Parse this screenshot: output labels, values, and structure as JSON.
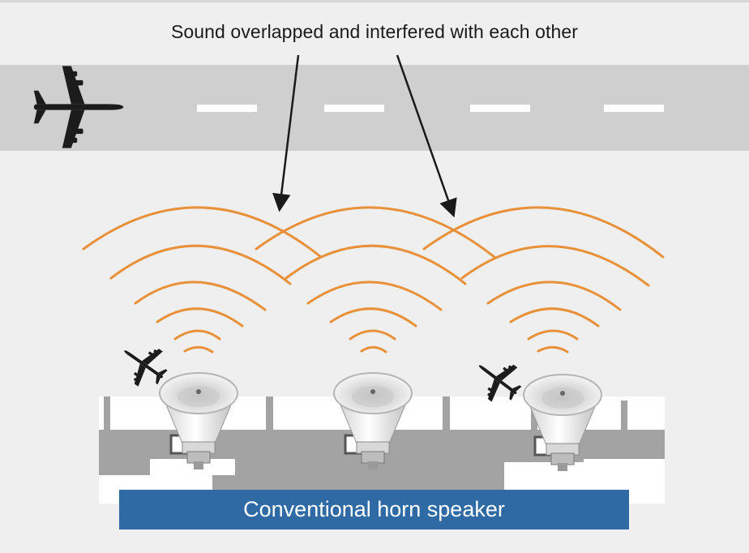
{
  "caption": "Sound overlapped and interfered with each other",
  "label": "Conventional horn speaker",
  "colors": {
    "background": "#efefef",
    "runway": "#cfcfcf",
    "runway_marking": "#ffffff",
    "terminal": "#a3a3a3",
    "sound_wave": "#e8913a",
    "label_box": "#2f6aa5",
    "label_text": "#ffffff",
    "aircraft": "#1c1c1c"
  },
  "icons": [
    "airplane-icon",
    "horn-speaker-icon",
    "arrow-icon"
  ],
  "speaker_count": 3
}
